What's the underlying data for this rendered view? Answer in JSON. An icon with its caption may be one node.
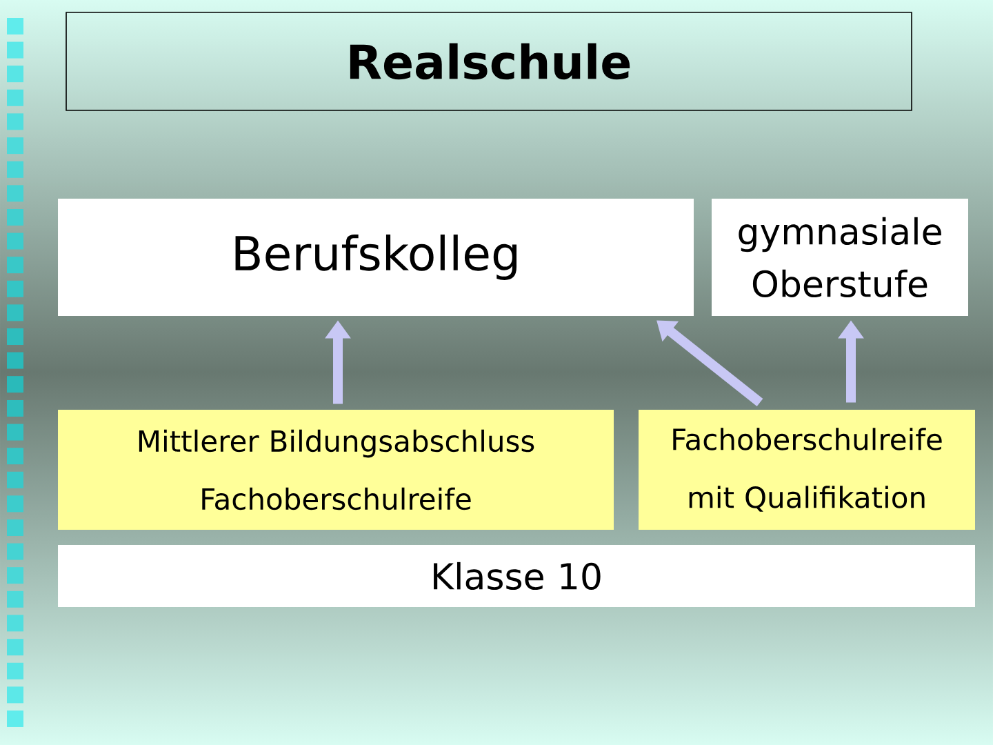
{
  "diagram": {
    "title": "Realschule",
    "nodes": [
      {
        "text": [
          "Berufskolleg"
        ]
      },
      {
        "text": [
          "gymnasiale Oberstufe"
        ]
      },
      {
        "text": [
          "Mittlerer Bildungsabschluss",
          "Fachoberschulreife"
        ]
      },
      {
        "text": [
          "Fachoberschulreife mit Qualifikation"
        ]
      },
      {
        "text": [
          "Klasse 10"
        ]
      }
    ],
    "edges": [
      {
        "from": 2,
        "to": 0,
        "arrow": "to"
      },
      {
        "from": 3,
        "to": 0,
        "arrow": "to"
      },
      {
        "from": 3,
        "to": 1,
        "arrow": "to"
      }
    ]
  }
}
